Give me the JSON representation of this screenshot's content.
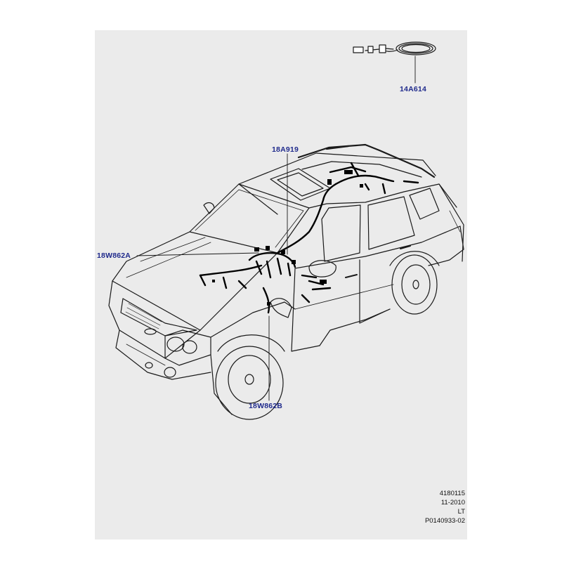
{
  "callouts": {
    "harness_cable": "14A614",
    "roof_harness": "18A919",
    "harness_a": "18W862A",
    "harness_b": "18W862B"
  },
  "info_block": {
    "line1": "4180115",
    "line2": "11-2010",
    "line3": "LT",
    "line4": "P0140933-02"
  },
  "colors": {
    "callout_text": "#1f2a8c",
    "background_panel": "#ebebeb",
    "line_art": "#1a1a1a"
  }
}
